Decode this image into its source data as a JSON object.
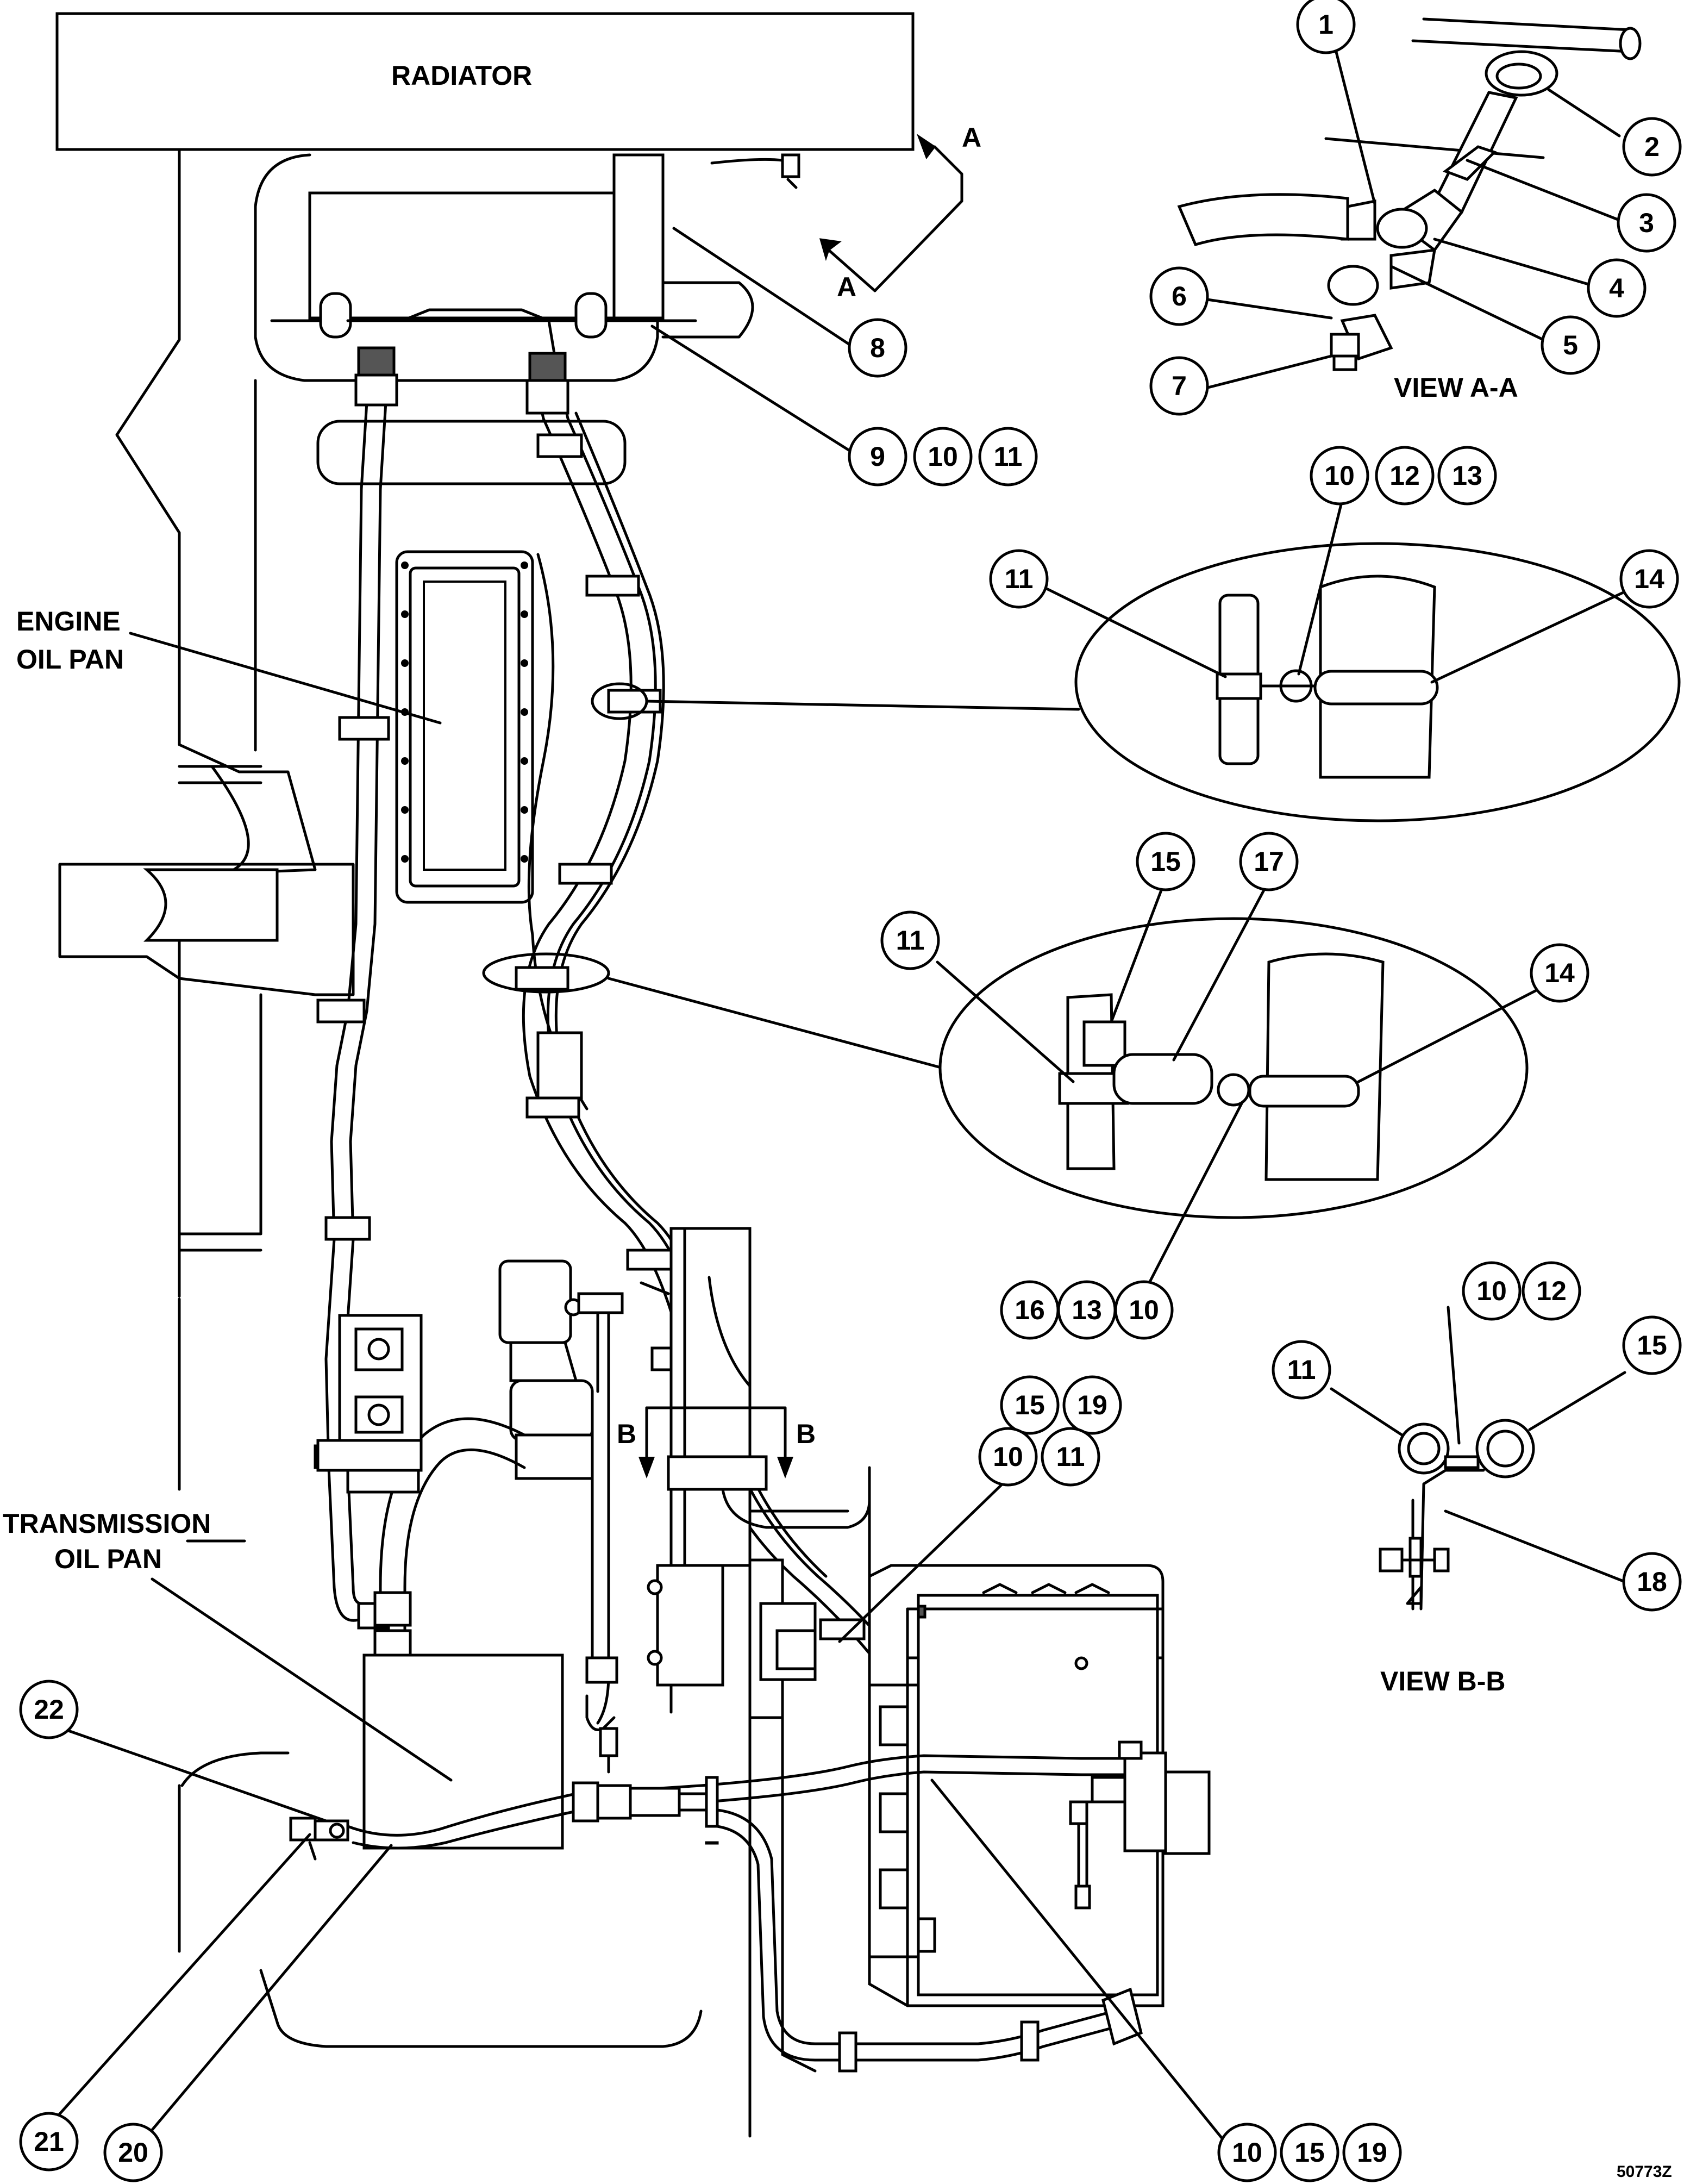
{
  "labels": {
    "radiator": "RADIATOR",
    "engine_oil_pan_1": "ENGINE",
    "engine_oil_pan_2": "OIL PAN",
    "transmission_oil_pan_1": "TRANSMISSION",
    "transmission_oil_pan_2": "OIL PAN",
    "view_aa": "VIEW A-A",
    "view_bb": "VIEW B-B",
    "section_a": "A",
    "section_b": "B",
    "figure_id": "50773Z"
  },
  "callouts": {
    "c1": "1",
    "c2": "2",
    "c3": "3",
    "c4": "4",
    "c5": "5",
    "c6": "6",
    "c7": "7",
    "c8": "8",
    "c9": "9",
    "c10a": "10",
    "c11a": "11",
    "c10b": "10",
    "c12b": "12",
    "c13b": "13",
    "c11b": "11",
    "c14b": "14",
    "c15c": "15",
    "c17c": "17",
    "c11c": "11",
    "c14c": "14",
    "c16c": "16",
    "c13c": "13",
    "c10c": "10",
    "c10d": "10",
    "c12d": "12",
    "c11d": "11",
    "c15d": "15",
    "c18d": "18",
    "c15e": "15",
    "c19e": "19",
    "c10e": "10",
    "c11e": "11",
    "c22": "22",
    "c21": "21",
    "c20": "20",
    "c10f": "10",
    "c15f": "15",
    "c19f": "19"
  }
}
